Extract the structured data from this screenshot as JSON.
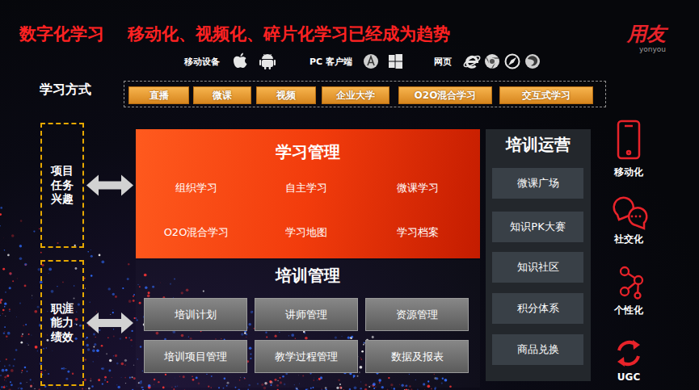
{
  "diagram": {
    "title": "数字化学习    移动化、视频化、碎片化学习已经成为趋势",
    "nodes": [
      {
        "text": [
          "学习方式"
        ]
      },
      {
        "text": [
          "直播"
        ],
        "in": 0
      },
      {
        "text": [
          "微课"
        ],
        "in": 0
      },
      {
        "text": [
          "视频"
        ],
        "in": 0
      },
      {
        "text": [
          "企业大学"
        ],
        "in": 0
      },
      {
        "text": [
          "O2O混合学习"
        ],
        "in": 0
      },
      {
        "text": [
          "交互式学习"
        ],
        "in": 0
      },
      {
        "text": [
          "项目任务兴趣"
        ]
      },
      {
        "text": [
          "学习管理",
          "组织学习",
          "自主学习",
          "微课学习",
          "O2O混合学习",
          "学习地图",
          "学习档案"
        ]
      },
      {
        "text": [
          "培训运营"
        ]
      },
      {
        "text": [
          "微课广场"
        ],
        "in": 9
      },
      {
        "text": [
          "知识PK大赛"
        ],
        "in": 9
      },
      {
        "text": [
          "知识社区"
        ],
        "in": 9
      },
      {
        "text": [
          "积分体系"
        ],
        "in": 9
      },
      {
        "text": [
          "商品兑换"
        ],
        "in": 9
      },
      {
        "text": [
          "职涯能力绩效"
        ]
      },
      {
        "text": [
          "培训管理"
        ]
      },
      {
        "text": [
          "培训计划"
        ],
        "in": 16
      },
      {
        "text": [
          "讲师管理"
        ],
        "in": 16
      },
      {
        "text": [
          "资源管理"
        ],
        "in": 16
      },
      {
        "text": [
          "培训项目管理"
        ],
        "in": 16
      },
      {
        "text": [
          "教学过程管理"
        ],
        "in": 16
      },
      {
        "text": [
          "数据及报表"
        ],
        "in": 16
      }
    ],
    "edges": [
      {
        "from": 7,
        "to": 8,
        "arrow": "both"
      },
      {
        "from": 15,
        "to": 16,
        "arrow": "both"
      }
    ],
    "labels": [
      "用友",
      "yonyou",
      "移动设备",
      "PC 客户端",
      "网页",
      "移动化",
      "社交化",
      "个性化",
      "UGC"
    ]
  }
}
